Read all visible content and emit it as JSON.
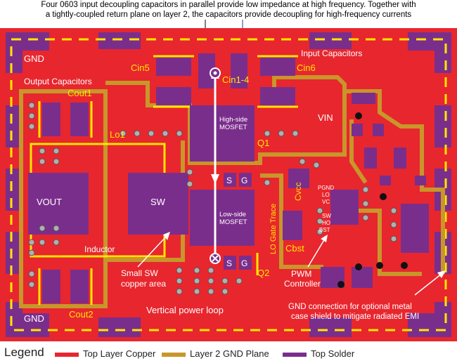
{
  "top_note": {
    "line1": "Four 0603 input decoupling capacitors in parallel provide low impedance at high frequency. Together with",
    "line2": "a tightly-coupled return plane on layer 2, the capacitors provide decoupling for high-frequency currents"
  },
  "labels": {
    "gnd_top": "GND",
    "gnd_bottom": "GND",
    "input_capacitors": "Input Capacitors",
    "output_capacitors": "Output Capacitors",
    "cin5": "Cin5",
    "cin6": "Cin6",
    "cin1_4": "Cin1-4",
    "cout1": "Cout1",
    "cout2": "Cout2",
    "lo1": "Lo1",
    "vin": "VIN",
    "vout": "VOUT",
    "sw": "SW",
    "q1": "Q1",
    "q2": "Q2",
    "high_side_1": "High-side",
    "high_side_2": "MOSFET",
    "low_side_1": "Low-side",
    "low_side_2": "MOSFET",
    "s1": "S",
    "g1": "G",
    "s2": "S",
    "g2": "G",
    "inductor": "Inductor",
    "cvcc": "Cvcc",
    "cbst": "Cbst",
    "lo_gate_trace": "LO Gate Trace",
    "pin_pgnd": "PGND",
    "pin_lo": "LO",
    "pin_vc": "VC",
    "pin_sw": "SW",
    "pin_ho": "HO",
    "pin_bst": "BST",
    "pwm_1": "PWM",
    "pwm_2": "Controller",
    "small_sw_1": "Small SW",
    "small_sw_2": "copper area",
    "vertical_loop": "Vertical power loop",
    "gnd_conn_1": "GND connection for optional metal",
    "gnd_conn_2": "case shield to mitigate radiated EMI"
  },
  "legend": {
    "title": "Legend",
    "items": [
      {
        "label": "Top Layer Copper",
        "color": "#e8262e"
      },
      {
        "label": "Layer 2 GND Plane",
        "color": "#c8962a"
      },
      {
        "label": "Top Solder",
        "color": "#7a2e8c"
      }
    ]
  },
  "colors": {
    "copper": "#e8262e",
    "gnd_plane": "#c8962a",
    "solder": "#7a2e8c",
    "silk": "#ffe600",
    "via": "#b0b0b0"
  }
}
